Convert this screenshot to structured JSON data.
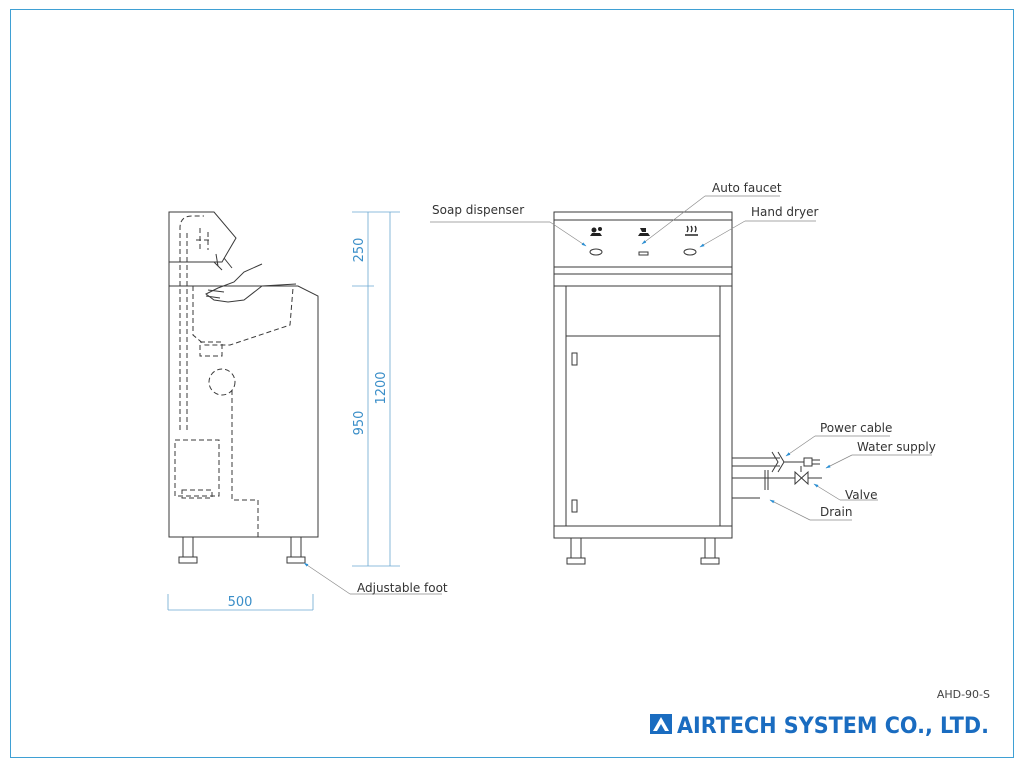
{
  "colors": {
    "accent": "#1a6cc0",
    "frame": "#3fa0d4",
    "dimension": "#3a8ec8",
    "line": "#3a3a3a"
  },
  "dimensions": {
    "upper": "250",
    "lower": "950",
    "total": "1200",
    "width": "500"
  },
  "labels": {
    "soap_dispenser": "Soap dispenser",
    "auto_faucet": "Auto faucet",
    "hand_dryer": "Hand dryer",
    "power_cable": "Power cable",
    "water_supply": "Water supply",
    "valve": "Valve",
    "drain": "Drain",
    "adjustable_foot": "Adjustable foot"
  },
  "model": "AHD-90-S",
  "company": {
    "name": "AIRTECH SYSTEM CO., LTD.",
    "logo": "airtech-triangle-logo"
  }
}
